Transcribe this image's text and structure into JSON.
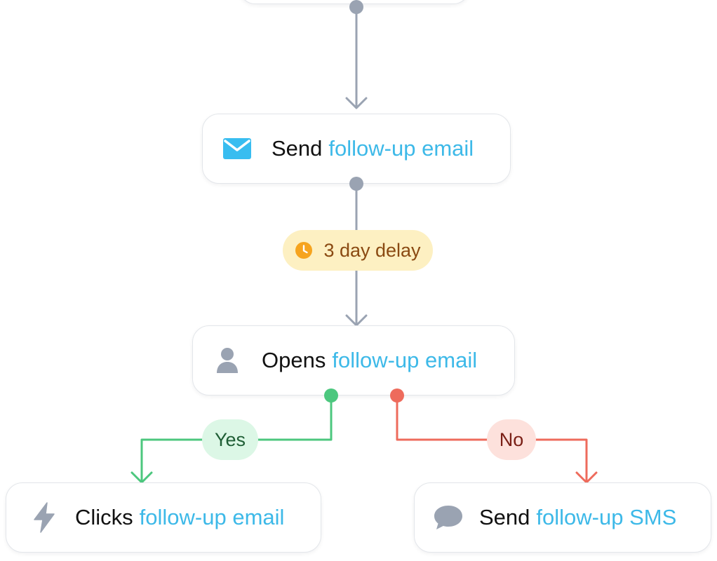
{
  "nodes": {
    "send_email": {
      "verb": "Send",
      "target": "follow-up email",
      "icon": "envelope-icon"
    },
    "opens_email": {
      "verb": "Opens",
      "target": "follow-up email",
      "icon": "user-icon"
    },
    "clicks_email": {
      "verb": "Clicks",
      "target": "follow-up email",
      "icon": "lightning-icon"
    },
    "send_sms": {
      "verb": "Send",
      "target": "follow-up SMS",
      "icon": "chat-bubble-icon"
    }
  },
  "delay": {
    "label": "3 day delay",
    "icon": "clock-icon"
  },
  "branches": {
    "yes_label": "Yes",
    "no_label": "No"
  },
  "colors": {
    "accent_text": "#3db9e8",
    "connector": "#9aa3b2",
    "yes": "#4cc77e",
    "no": "#ee6b5c",
    "delay_bg": "#fdf0c2",
    "delay_text": "#8a4a12"
  }
}
